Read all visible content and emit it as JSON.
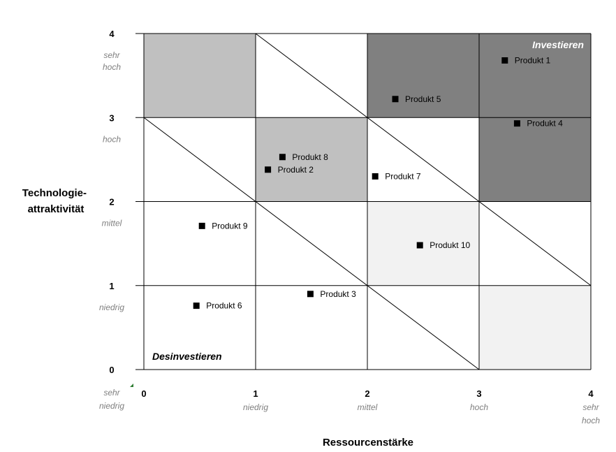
{
  "chart_data": {
    "type": "scatter",
    "xlabel": "Ressourcenstärke",
    "ylabel_lines": [
      "Technologie-",
      "attraktivität"
    ],
    "xlim": [
      0,
      4
    ],
    "ylim": [
      0,
      4
    ],
    "x_ticks": [
      0,
      1,
      2,
      3,
      4
    ],
    "y_ticks": [
      0,
      1,
      2,
      3,
      4
    ],
    "x_qualitative": [
      {
        "at": 0,
        "lines": [
          "sehr",
          "niedrig"
        ]
      },
      {
        "at": 1,
        "lines": [
          "niedrig"
        ]
      },
      {
        "at": 2,
        "lines": [
          "mittel"
        ]
      },
      {
        "at": 3,
        "lines": [
          "hoch"
        ]
      },
      {
        "at": 4,
        "lines": [
          "sehr",
          "hoch"
        ]
      }
    ],
    "y_qualitative": [
      {
        "at": 4,
        "lines": [
          "sehr",
          "hoch"
        ]
      },
      {
        "at": 3,
        "lines": [
          "hoch"
        ]
      },
      {
        "at": 2,
        "lines": [
          "mittel"
        ]
      },
      {
        "at": 1,
        "lines": [
          "niedrig"
        ]
      }
    ],
    "cells": [
      {
        "x": 0,
        "y": 3,
        "color": "#c0c0c0"
      },
      {
        "x": 1,
        "y": 2,
        "color": "#c0c0c0"
      },
      {
        "x": 2,
        "y": 3,
        "color": "#808080"
      },
      {
        "x": 3,
        "y": 3,
        "color": "#808080"
      },
      {
        "x": 3,
        "y": 2,
        "color": "#808080"
      },
      {
        "x": 2,
        "y": 1,
        "color": "#f2f2f2"
      },
      {
        "x": 3,
        "y": 0,
        "color": "#f2f2f2"
      }
    ],
    "diagonals": [
      {
        "from": [
          0,
          3
        ],
        "to": [
          3,
          0
        ]
      },
      {
        "from": [
          1,
          4
        ],
        "to": [
          4,
          1
        ]
      }
    ],
    "zones": [
      {
        "text": "Investieren",
        "color": "#ffffff"
      },
      {
        "text": "Desinvestieren",
        "color": "#000000"
      }
    ],
    "points": [
      {
        "name": "Produkt 1",
        "x": 3.23,
        "y": 3.68
      },
      {
        "name": "Produkt 5",
        "x": 2.25,
        "y": 3.22
      },
      {
        "name": "Produkt 4",
        "x": 3.34,
        "y": 2.93
      },
      {
        "name": "Produkt 8",
        "x": 1.24,
        "y": 2.53
      },
      {
        "name": "Produkt 2",
        "x": 1.11,
        "y": 2.38
      },
      {
        "name": "Produkt 7",
        "x": 2.07,
        "y": 2.3
      },
      {
        "name": "Produkt 9",
        "x": 0.52,
        "y": 1.71
      },
      {
        "name": "Produkt 10",
        "x": 2.47,
        "y": 1.48
      },
      {
        "name": "Produkt 3",
        "x": 1.49,
        "y": 0.9
      },
      {
        "name": "Produkt 6",
        "x": 0.47,
        "y": 0.76
      }
    ]
  }
}
